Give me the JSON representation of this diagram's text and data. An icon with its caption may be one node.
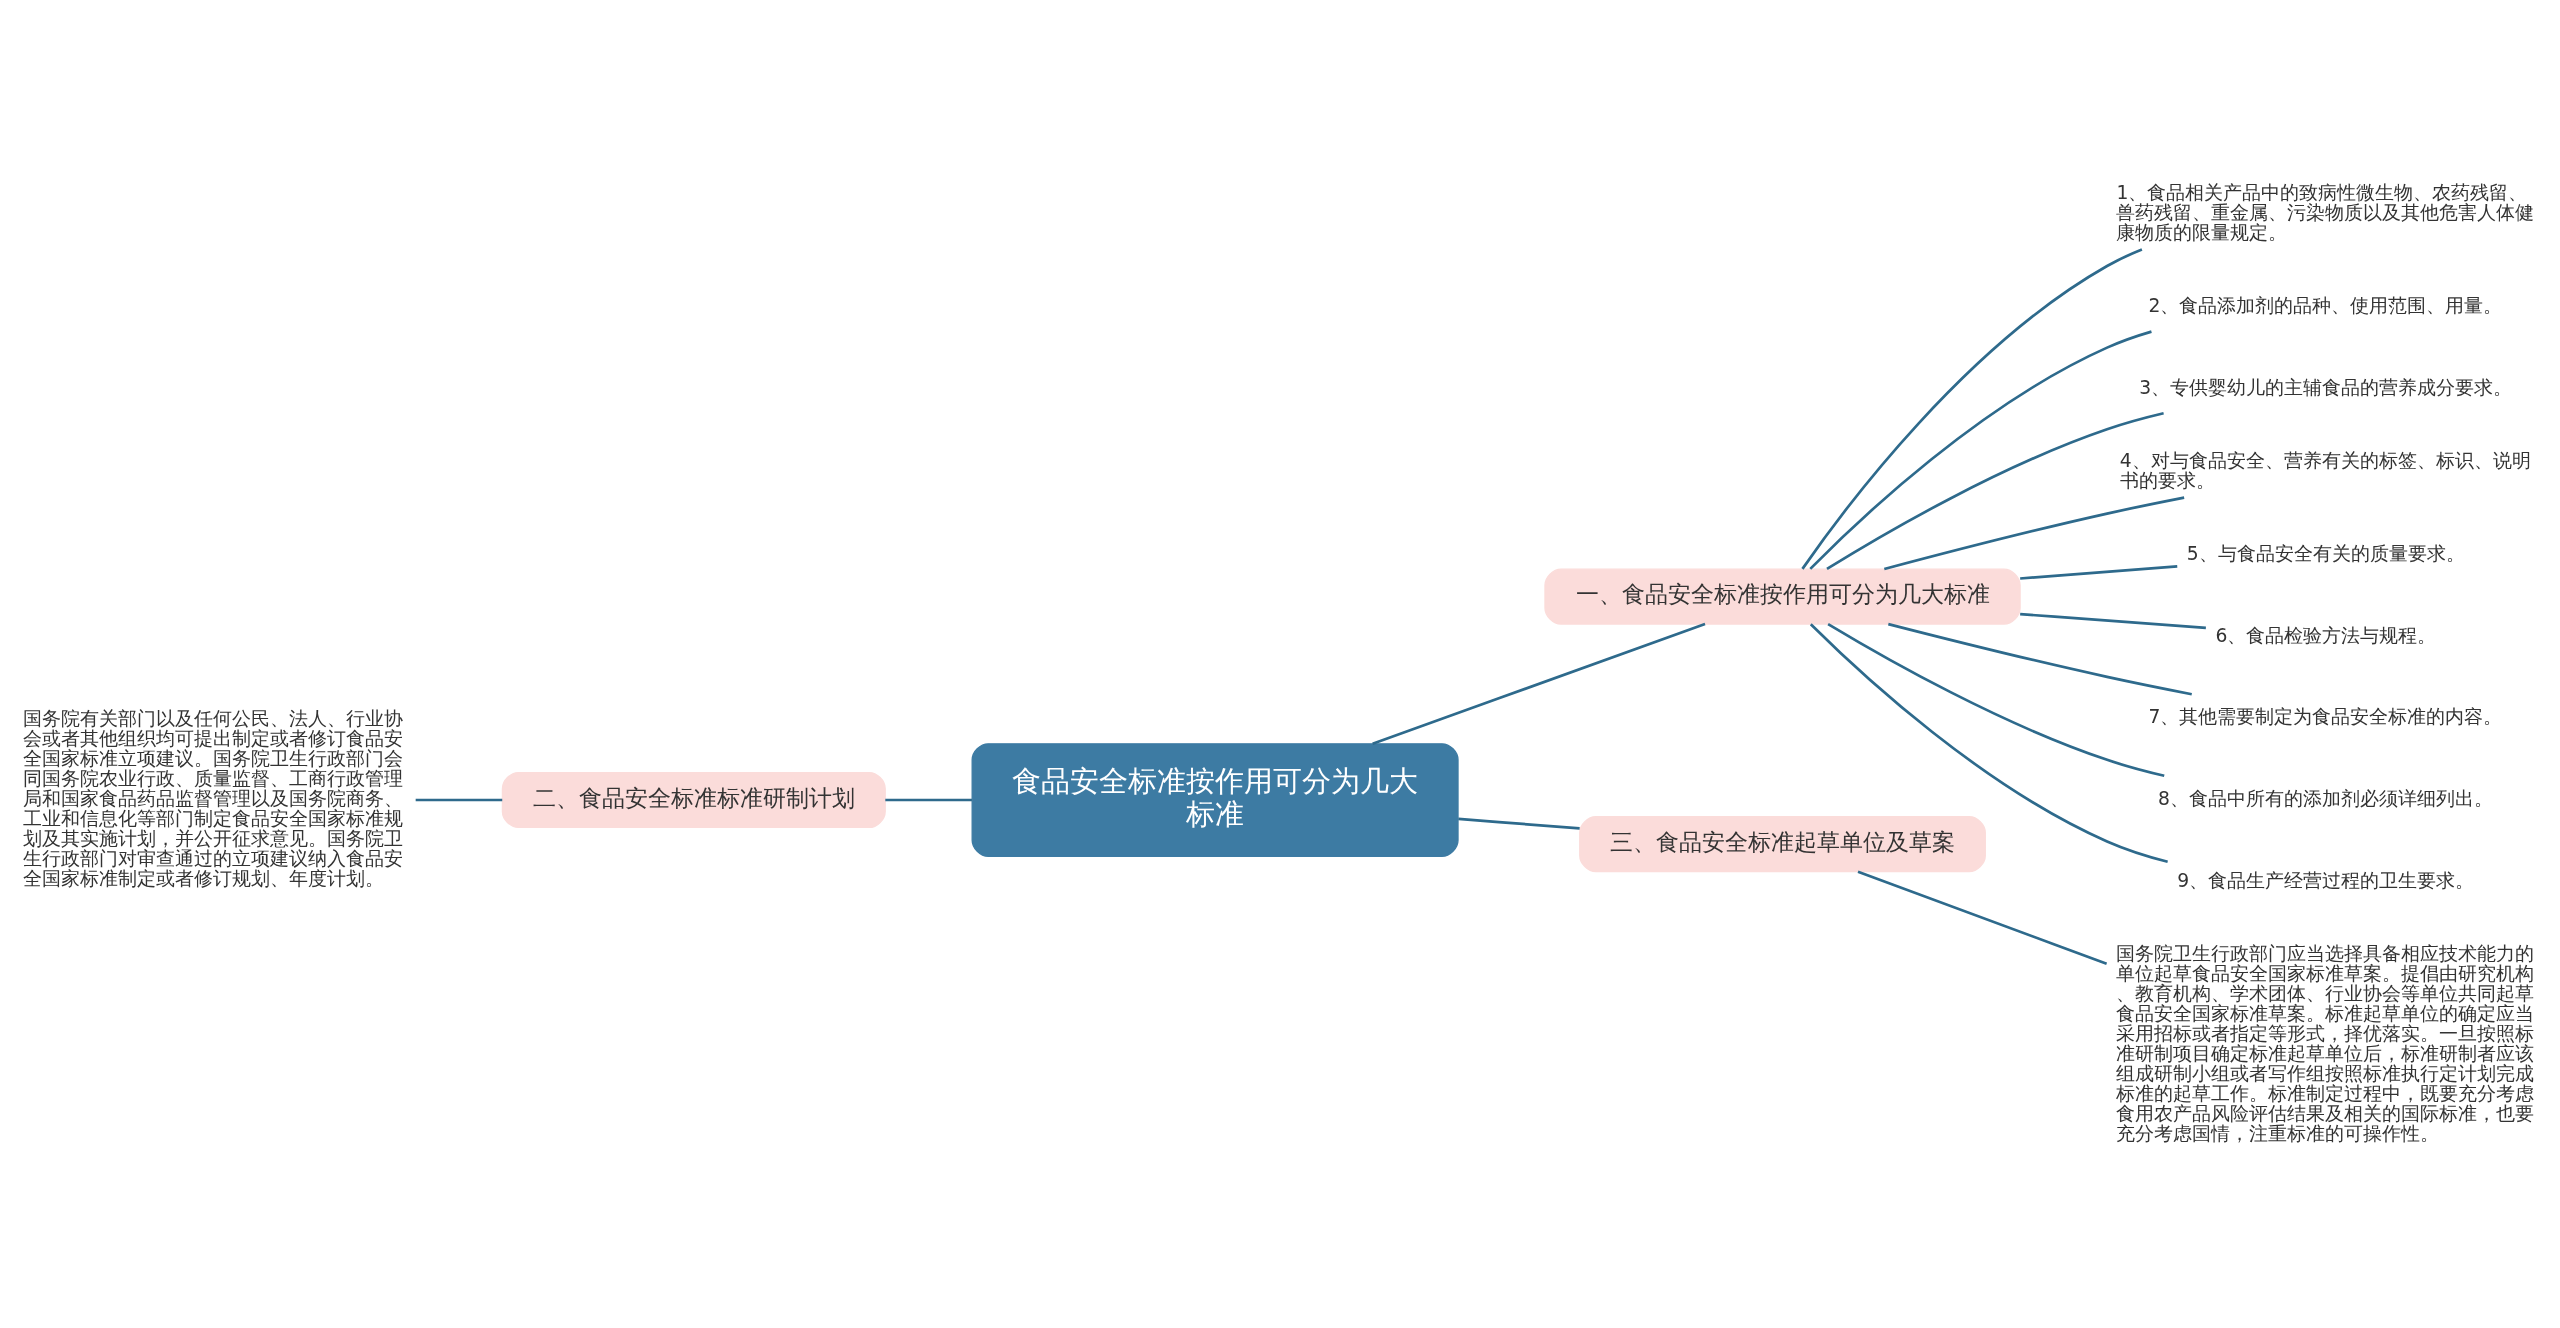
{
  "diagram": {
    "nodes": [
      {
        "text": [
          "食品安全标准按作用可分为几大标准"
        ]
      },
      {
        "text": [
          "一、食品安全标准按作用可分为几大标准"
        ]
      },
      {
        "text": [
          "1、食品相关产品中的致病性微生物、农药残留、兽药残留、重金属、污染物质以及其他危害人体健康物质的限量规定。"
        ]
      },
      {
        "text": [
          "2、食品添加剂的品种、使用范围、用量。"
        ]
      },
      {
        "text": [
          "3、专供婴幼儿的主辅食品的营养成分要求。"
        ]
      },
      {
        "text": [
          "4、对与食品安全、营养有关的标签、标识、说明书的要求。"
        ]
      },
      {
        "text": [
          "5、与食品安全有关的质量要求。"
        ]
      },
      {
        "text": [
          "6、食品检验方法与规程。"
        ]
      },
      {
        "text": [
          "7、其他需要制定为食品安全标准的内容。"
        ]
      },
      {
        "text": [
          "8、食品中所有的添加剂必须详细列出。"
        ]
      },
      {
        "text": [
          "9、食品生产经营过程的卫生要求。"
        ]
      },
      {
        "text": [
          "二、食品安全标准标准研制计划"
        ]
      },
      {
        "text": [
          "国务院有关部门以及任何公民、法人、行业协会或者其他组织均可提出制定或者修订食品安全国家标准立项建议。国务院卫生行政部门会同国务院农业行政、质量监督、工商行政管理局和国家食品药品监督管理以及国务院商务、工业和信息化等部门制定食品安全国家标准规划及其实施计划，并公开征求意见。国务院卫生行政部门对审查通过的立项建议纳入食品安全国家标准制定或者修订规划、年度计划。"
        ]
      },
      {
        "text": [
          "三、食品安全标准起草单位及草案"
        ]
      },
      {
        "text": [
          "国务院卫生行政部门应当选择具备相应技术能力的单位起草食品安全国家标准草案。提倡由研究机构、教育机构、学术团体、行业协会等单位共同起草食品安全国家标准草案。标准起草单位的确定应当采用招标或者指定等形式，择优落实。一旦按照标准研制项目确定标准起草单位后，标准研制者应该组成研制小组或者写作组按照标准执行定计划完成标准的起草工作。标准制定过程中，既要充分考虑食用农产品风险评估结果及相关的国际标准，也要充分考虑国情，注重标准的可操作性。"
        ]
      }
    ],
    "edges": [
      {
        "from": 0,
        "to": 1,
        "arrow": "none"
      },
      {
        "from": 1,
        "to": 2,
        "arrow": "none"
      },
      {
        "from": 1,
        "to": 3,
        "arrow": "none"
      },
      {
        "from": 1,
        "to": 4,
        "arrow": "none"
      },
      {
        "from": 1,
        "to": 5,
        "arrow": "none"
      },
      {
        "from": 1,
        "to": 6,
        "arrow": "none"
      },
      {
        "from": 1,
        "to": 7,
        "arrow": "none"
      },
      {
        "from": 1,
        "to": 8,
        "arrow": "none"
      },
      {
        "from": 1,
        "to": 9,
        "arrow": "none"
      },
      {
        "from": 1,
        "to": 10,
        "arrow": "none"
      },
      {
        "from": 0,
        "to": 11,
        "arrow": "none"
      },
      {
        "from": 11,
        "to": 12,
        "arrow": "none"
      },
      {
        "from": 0,
        "to": 13,
        "arrow": "none"
      },
      {
        "from": 13,
        "to": 14,
        "arrow": "none"
      }
    ]
  }
}
